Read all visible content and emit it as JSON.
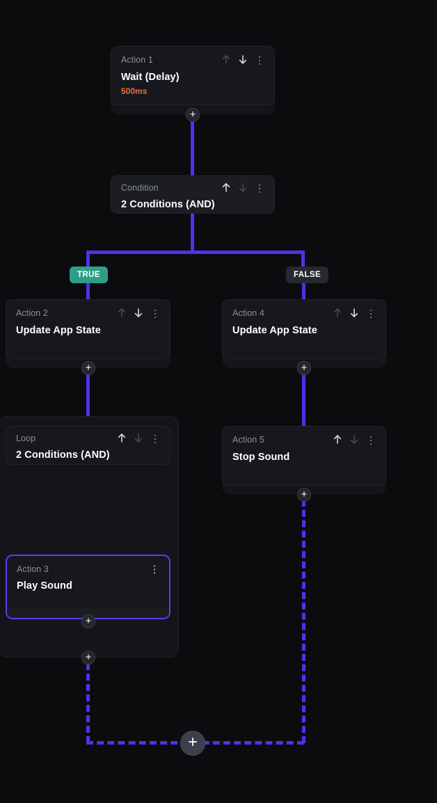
{
  "theme": {
    "canvas_bg": "#0c0c0f",
    "edge_color": "#4f31ec",
    "card_bg": "#17181d",
    "wrapper_bg": "#141519",
    "selected_border": "#5b3df0",
    "true_badge": "#2f9e87",
    "false_badge": "#262932",
    "accent_text": "#e3733e"
  },
  "nodes": {
    "action1": {
      "kicker": "Action 1",
      "title": "Wait (Delay)",
      "sub": "500ms"
    },
    "condition": {
      "kicker": "Condition",
      "title": "2 Conditions (AND)"
    },
    "action2": {
      "kicker": "Action 2",
      "title": "Update App State"
    },
    "action4": {
      "kicker": "Action 4",
      "title": "Update App State"
    },
    "loop": {
      "kicker": "Loop",
      "title": "2 Conditions (AND)"
    },
    "action5": {
      "kicker": "Action 5",
      "title": "Stop Sound"
    },
    "action3": {
      "kicker": "Action 3",
      "title": "Play Sound"
    }
  },
  "branches": {
    "true_label": "TRUE",
    "false_label": "FALSE"
  },
  "icons": {
    "move_up": "arrow-up-icon",
    "move_down": "arrow-down-icon",
    "more": "more-vertical-icon",
    "add": "plus-icon"
  },
  "buttons": {
    "add_glyph": "+"
  }
}
